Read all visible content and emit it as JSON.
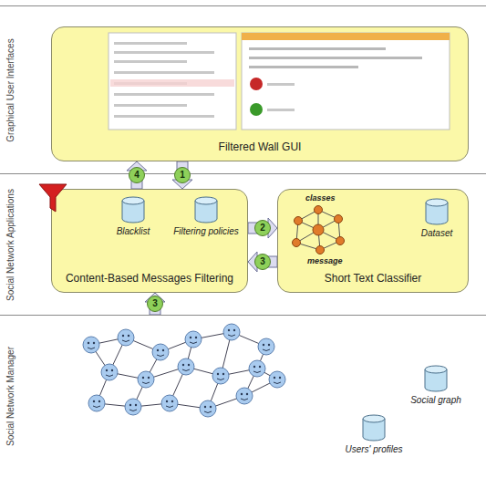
{
  "diagram": {
    "nodes": [
      {
        "text": [
          "Graphical User Interfaces"
        ]
      },
      {
        "text": [
          "Filtered Wall GUI"
        ],
        "in": 0
      },
      {
        "text": [
          "Social Network Applications"
        ]
      },
      {
        "text": [
          "Content-Based Messages Filtering"
        ],
        "in": 2
      },
      {
        "text": [
          "Blacklist"
        ],
        "in": 3
      },
      {
        "text": [
          "Filtering policies"
        ],
        "in": 3
      },
      {
        "text": [
          "Short Text Classifier"
        ],
        "in": 2
      },
      {
        "text": [
          "Dataset"
        ],
        "in": 6
      },
      {
        "text": [
          "Social Network Manager"
        ]
      },
      {
        "text": [
          "Social graph"
        ],
        "in": 8
      },
      {
        "text": [
          "Users' profiles"
        ],
        "in": 8
      }
    ],
    "edges": [
      {
        "from": 1,
        "to": 3,
        "arrow": "to",
        "label": "1"
      },
      {
        "from": 3,
        "to": 1,
        "arrow": "to",
        "label": "4"
      },
      {
        "from": 3,
        "to": 6,
        "arrow": "to",
        "label": "2"
      },
      {
        "from": 6,
        "to": 3,
        "arrow": "to",
        "label": "3"
      },
      {
        "from": 8,
        "to": 3,
        "arrow": "to",
        "label": "3"
      }
    ],
    "labels": [
      "classes",
      "message"
    ]
  }
}
